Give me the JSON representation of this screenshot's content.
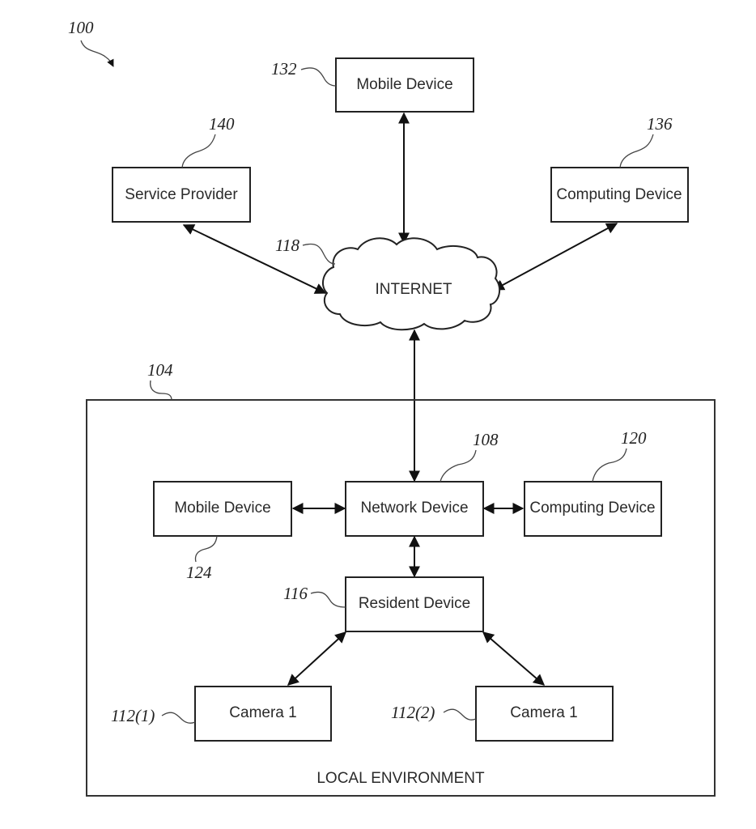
{
  "figure": {
    "ref": "100",
    "internet": {
      "label": "INTERNET",
      "ref": "118"
    },
    "remote_nodes": {
      "mobile_device": {
        "label": "Mobile Device",
        "ref": "132"
      },
      "service_provider": {
        "label": "Service Provider",
        "ref": "140"
      },
      "computing_device": {
        "label": "Computing Device",
        "ref": "136"
      }
    },
    "local_environment": {
      "label": "LOCAL ENVIRONMENT",
      "ref": "104",
      "nodes": {
        "network_device": {
          "label": "Network Device",
          "ref": "108"
        },
        "mobile_device": {
          "label": "Mobile Device",
          "ref": "124"
        },
        "computing_device": {
          "label": "Computing Device",
          "ref": "120"
        },
        "resident_device": {
          "label": "Resident Device",
          "ref": "116"
        },
        "camera_1": {
          "label": "Camera 1",
          "ref": "112(1)"
        },
        "camera_2": {
          "label": "Camera 1",
          "ref": "112(2)"
        }
      }
    },
    "connections": [
      {
        "from": "mobile_device_132",
        "to": "internet",
        "type": "bidirectional"
      },
      {
        "from": "service_provider",
        "to": "internet",
        "type": "bidirectional"
      },
      {
        "from": "computing_device_136",
        "to": "internet",
        "type": "bidirectional"
      },
      {
        "from": "internet",
        "to": "network_device",
        "type": "bidirectional"
      },
      {
        "from": "mobile_device_124",
        "to": "network_device",
        "type": "bidirectional"
      },
      {
        "from": "network_device",
        "to": "computing_device_120",
        "type": "bidirectional"
      },
      {
        "from": "network_device",
        "to": "resident_device",
        "type": "bidirectional"
      },
      {
        "from": "resident_device",
        "to": "camera_1",
        "type": "bidirectional"
      },
      {
        "from": "resident_device",
        "to": "camera_2",
        "type": "bidirectional"
      }
    ]
  }
}
